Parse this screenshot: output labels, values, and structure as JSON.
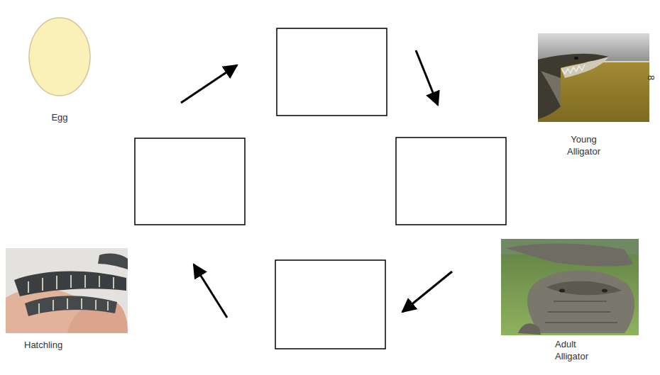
{
  "diagram": {
    "labels": [
      "Egg",
      "Young Alligator",
      "Adult Alligator",
      "Hatchling",
      "8"
    ]
  }
}
